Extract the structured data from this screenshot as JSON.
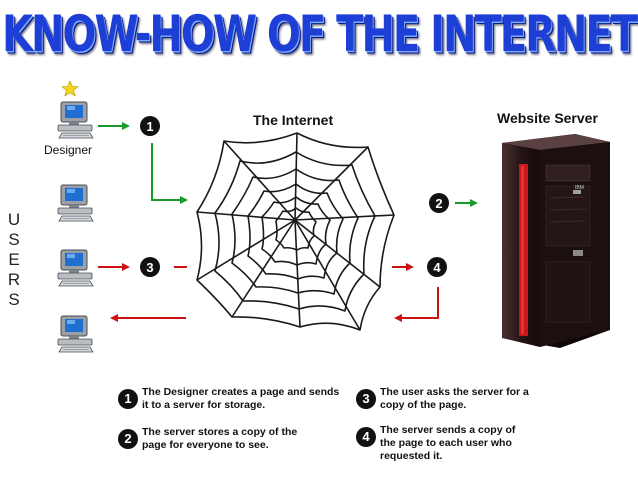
{
  "title": "KNOW-HOW OF THE INTERNET",
  "internet_label": "The Internet",
  "server_label": "Website Server",
  "designer_label": "Designer",
  "users_label": [
    "U",
    "S",
    "E",
    "R",
    "S"
  ],
  "server_brand": "IBM",
  "steps": [
    {
      "number": "1",
      "text": "The Designer creates a page and sends it to a server for storage."
    },
    {
      "number": "2",
      "text": "The server stores a copy of the page for everyone to see."
    },
    {
      "number": "3",
      "text": "The user asks the server for a copy of the page."
    },
    {
      "number": "4",
      "text": "The server sends a copy of the page to each user who requested it."
    }
  ],
  "colors": {
    "title": "#1e3fd6",
    "green_arrow": "#1a9a2a",
    "red_arrow": "#cc1111",
    "server_body": "#2a1a1a",
    "server_accent": "#c81818"
  }
}
